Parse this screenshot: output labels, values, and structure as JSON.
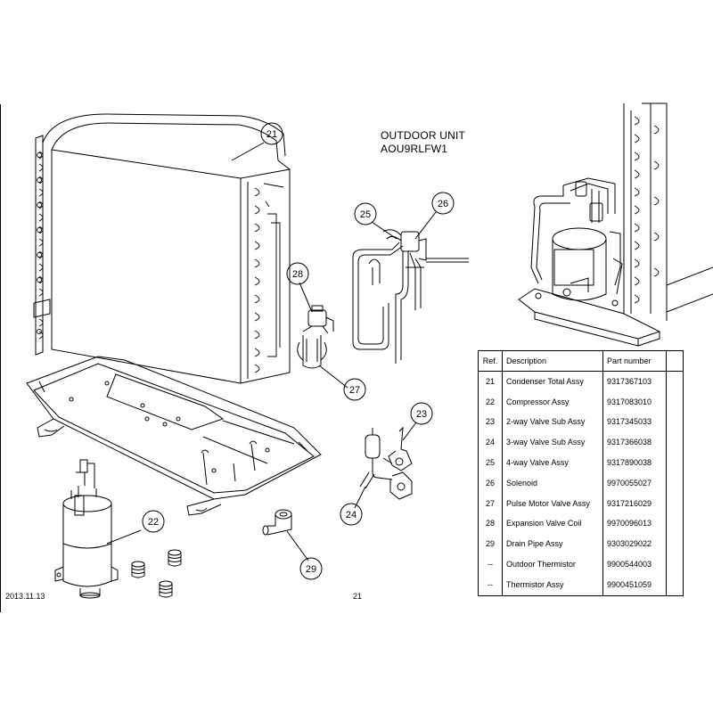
{
  "header": {
    "line1": "OUTDOOR UNIT",
    "line2": "AOU9RLFW1"
  },
  "callouts": [
    "21",
    "22",
    "23",
    "24",
    "25",
    "26",
    "27",
    "28",
    "29"
  ],
  "table": {
    "headers": [
      "Ref.",
      "Description",
      "Part number",
      ""
    ],
    "rows": [
      [
        "21",
        "Condenser Total Assy",
        "9317367103"
      ],
      [
        "22",
        "Compressor Assy",
        "9317083010"
      ],
      [
        "23",
        "2-way Valve Sub Assy",
        "9317345033"
      ],
      [
        "24",
        "3-way Valve Sub Assy",
        "9317366038"
      ],
      [
        "25",
        "4-way Valve Assy",
        "9317890038"
      ],
      [
        "26",
        "Solenoid",
        "9970055027"
      ],
      [
        "27",
        "Pulse Motor Valve Assy",
        "9317216029"
      ],
      [
        "28",
        "Expansion Valve Coil",
        "9970096013"
      ],
      [
        "29",
        "Drain Pipe Assy",
        "9303029022"
      ],
      [
        "--",
        "Outdoor Thermistor",
        "9900544003"
      ],
      [
        "--",
        "Thermistor Assy",
        "9900451059"
      ]
    ]
  },
  "footer": {
    "date": "2013.11.13",
    "page": "21"
  }
}
